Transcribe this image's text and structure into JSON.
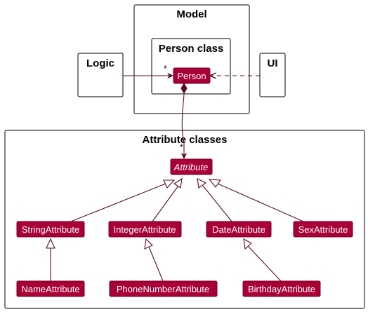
{
  "packages": {
    "model": "Model",
    "person_class": "Person class",
    "logic": "Logic",
    "ui": "UI",
    "attribute_classes": "Attribute classes"
  },
  "classes": {
    "person": "Person",
    "attribute": "Attribute",
    "string_attribute": "StringAttribute",
    "integer_attribute": "IntegerAttribute",
    "date_attribute": "DateAttribute",
    "sex_attribute": "SexAttribute",
    "name_attribute": "NameAttribute",
    "phone_number_attribute": "PhoneNumberAttribute",
    "birthday_attribute": "BirthdayAttribute"
  },
  "multiplicities": {
    "logic_to_person": "*",
    "person_to_attribute": "*"
  },
  "colors": {
    "class_fill": "#A80036",
    "class_border": "#7a0026",
    "edge": "#5a0f1e",
    "package_border": "#000000",
    "label_text": "#ffffff"
  }
}
